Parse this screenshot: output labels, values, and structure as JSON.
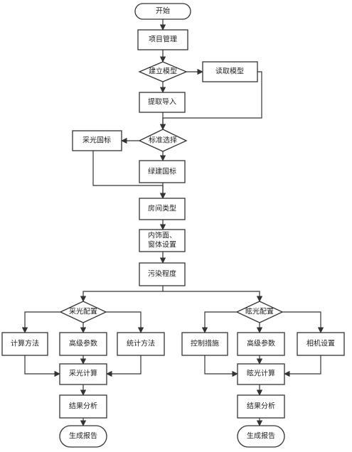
{
  "nodes": {
    "start": "开始",
    "project_mgmt": "项目管理",
    "build_model": "建立模型",
    "read_model": "读取模型",
    "extract_import": "提取导入",
    "standard_select": "标准选择",
    "daylight_standard": "采光国标",
    "green_building_standard": "绿建国标",
    "room_type": "房间类型",
    "interior_line1": "内饰面、",
    "interior_line2": "窗体设置",
    "pollution_level": "污染程度",
    "daylight_config": "采光配置",
    "calc_method": "计算方法",
    "advanced_params_left": "高级参数",
    "stat_method": "统计方法",
    "daylight_calc": "采光计算",
    "result_analysis_left": "结果分析",
    "report_left": "生成报告",
    "glare_config": "眩光配置",
    "control_measures": "控制措施",
    "advanced_params_right": "高级参数",
    "camera_settings": "相机设置",
    "glare_calc": "眩光计算",
    "result_analysis_right": "结果分析",
    "report_right": "生成报告"
  },
  "colors": {
    "stroke": "#333333",
    "fill": "#ffffff",
    "text": "#222222"
  }
}
